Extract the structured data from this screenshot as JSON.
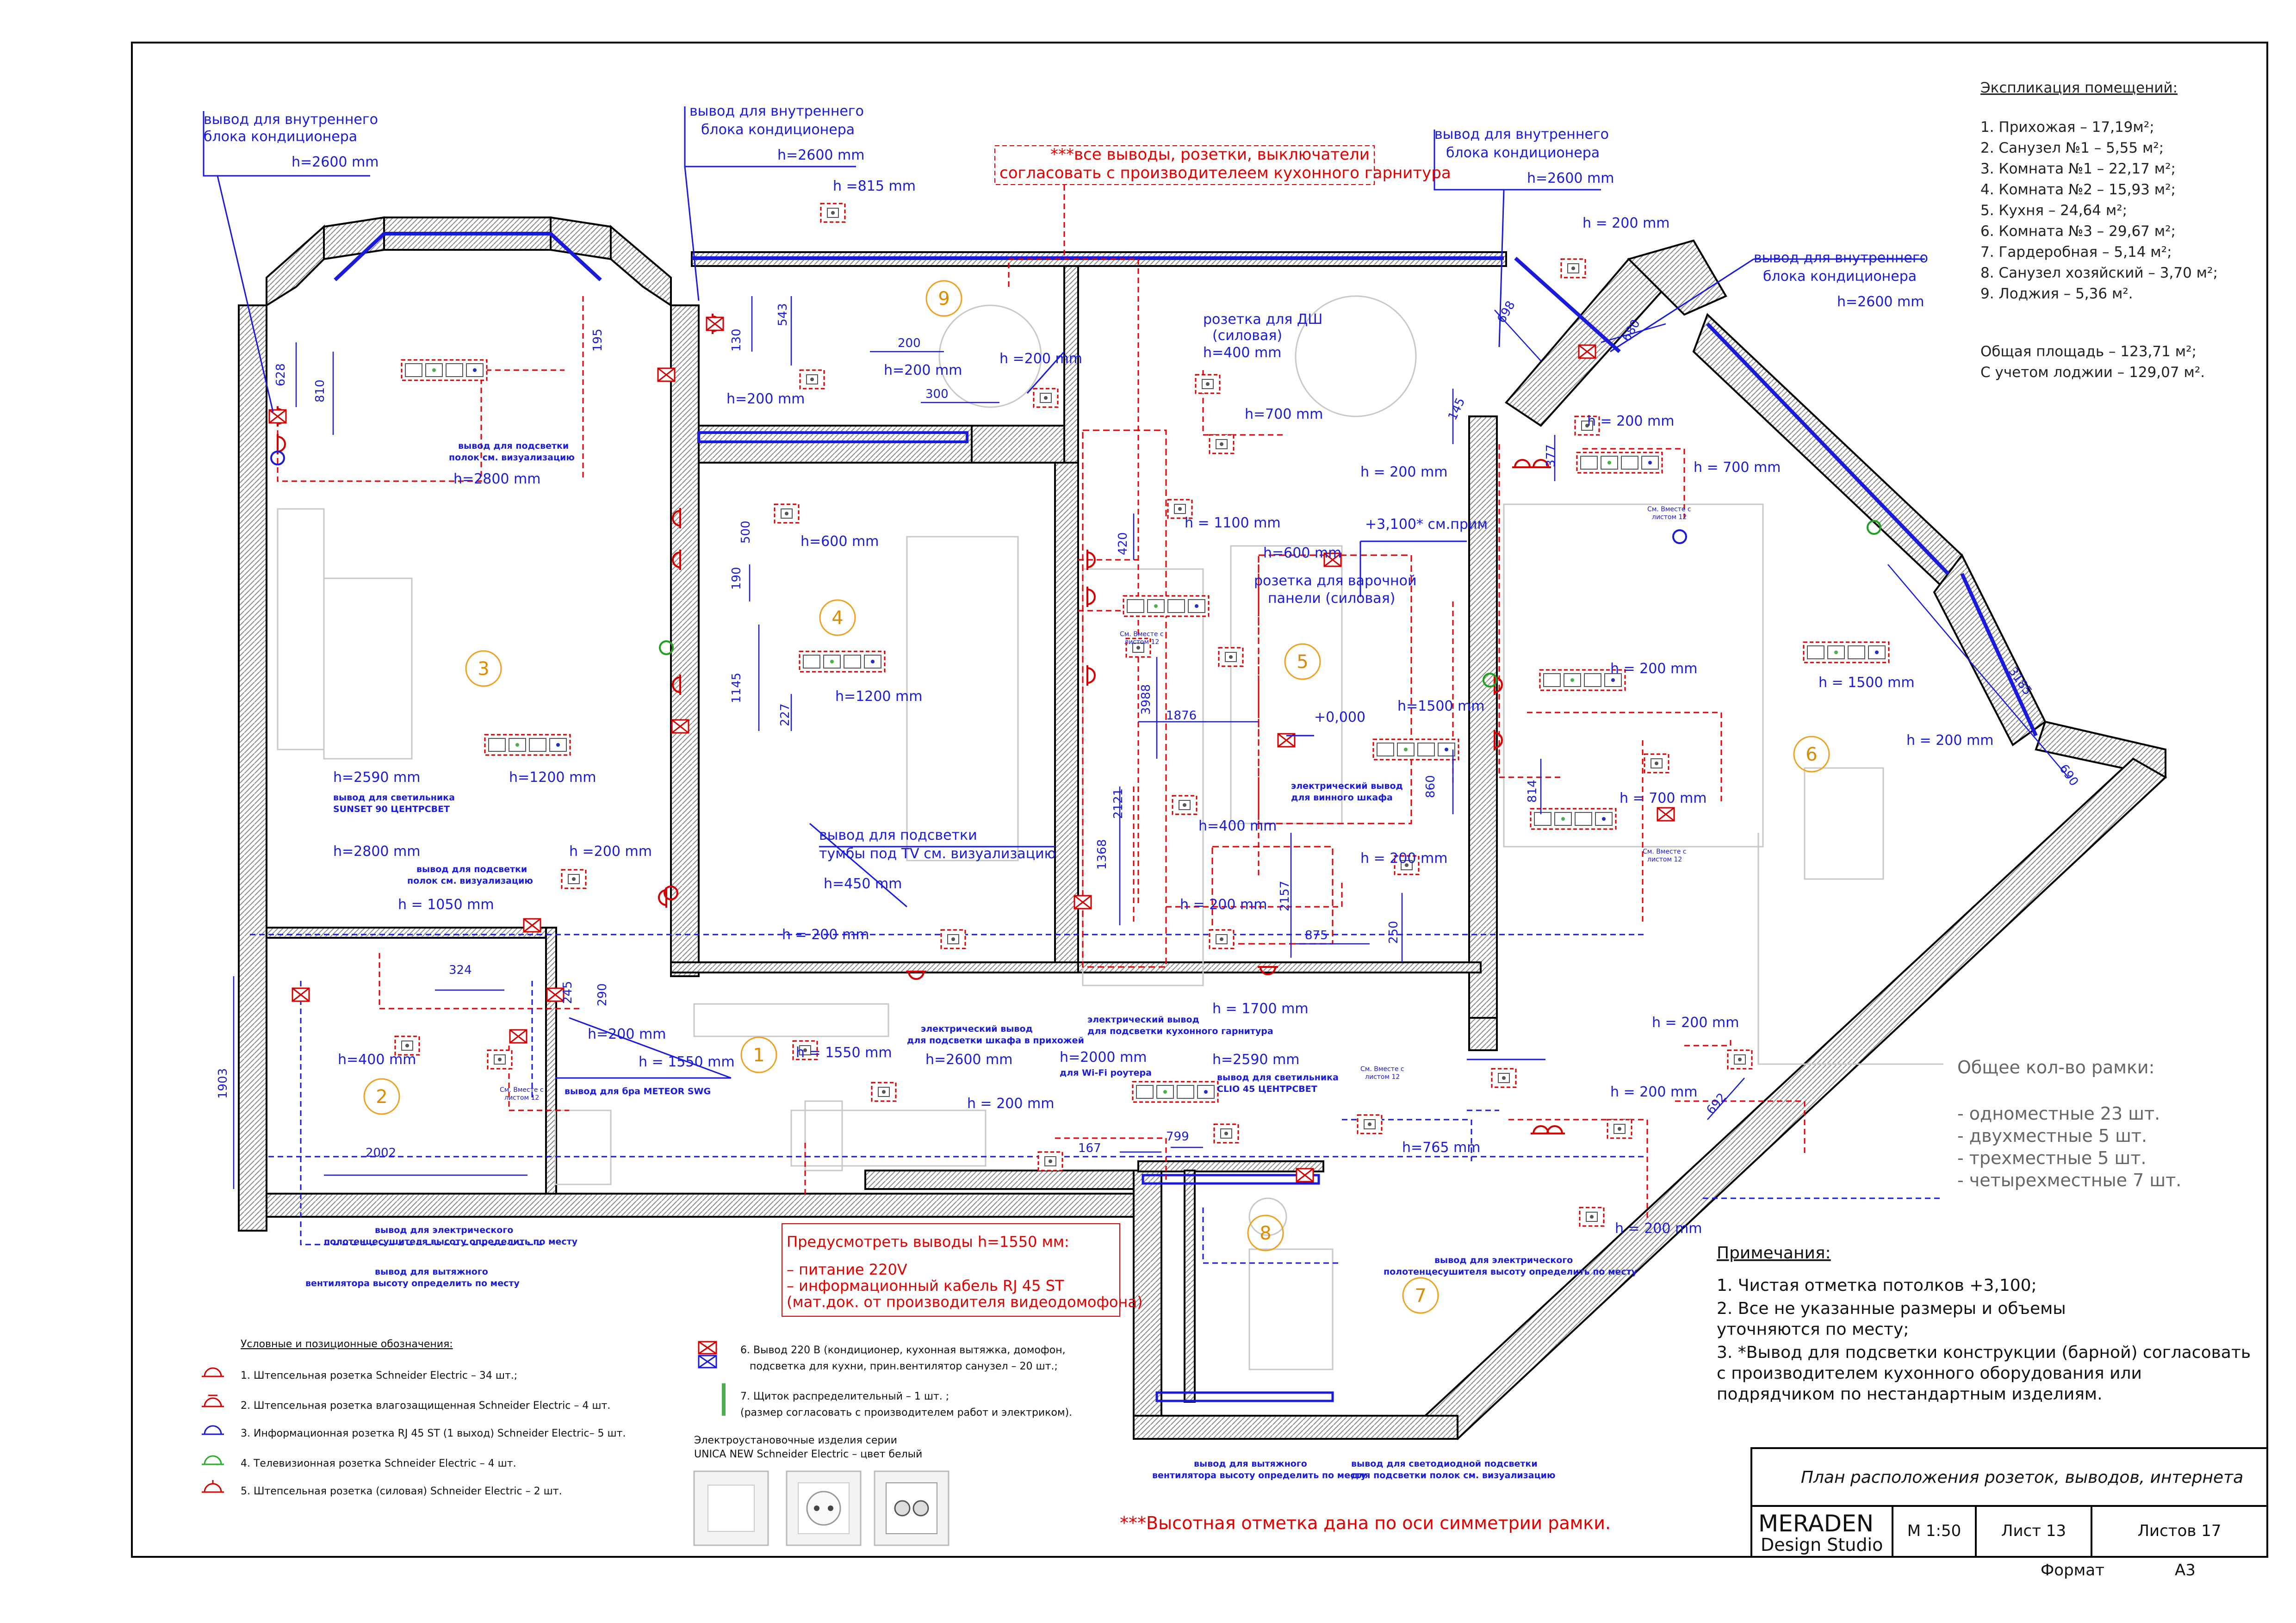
{
  "explication": {
    "title": "Экспликация помещений:",
    "rooms": [
      "1. Прихожая – 17,19м²;",
      "2. Санузел №1 – 5,55 м²;",
      "3. Комната №1 – 22,17 м²;",
      "4. Комната №2 – 15,93 м²;",
      "5. Кухня – 24,64 м²;",
      "6. Комната №3 – 29,67 м²;",
      "7. Гардеробная – 5,14 м²;",
      "8. Санузел хозяйский – 3,70 м²;",
      "9. Лоджия – 5,36 м²."
    ],
    "total_area": "Общая площадь – 123,71 м²;",
    "total_with_loggia": "С учетом лоджии – 129,07 м²."
  },
  "frames_count": {
    "title": "Общее кол-во рамки:",
    "items": [
      "- одноместные 23 шт.",
      "- двухместные 5 шт.",
      "- трехместные 5 шт.",
      "- четырехместные 7 шт."
    ]
  },
  "notes": {
    "title": "Примечания:",
    "lines": [
      "1. Чистая отметка потолков +3,100;",
      "2. Все не указанные размеры и объемы",
      "    уточняются по месту;",
      "3. *Вывод для подсветки конструкции (барной) согласовать",
      "    с производителем кухонного оборудования или",
      "    подрядчиком по нестандартным изделиям."
    ]
  },
  "legend": {
    "title": "Условные и позиционные обозначения:",
    "items": [
      "1. Штепсельная розетка Schneider Electric – 34 шт.;",
      "2. Штепсельная розетка влагозащищенная Schneider Electric – 4 шт.",
      "3. Информационная розетка RJ 45 ST (1 выход) Schneider Electric– 5 шт.",
      "4. Телевизионная розетка Schneider Electric – 4 шт.",
      "5. Штепсельная розетка (силовая) Schneider Electric – 2 шт."
    ],
    "item6_a": "6.      Вывод 220 В (кондиционер, кухонная вытяжка,  домофон,",
    "item6_b": "подсветка для кухни, прин.вентилятор санузел – 20 шт.;",
    "item7_a": "7.      Щиток распределительный – 1 шт. ;",
    "item7_b": "(размер согласовать с производителем работ и электриком).",
    "series_a": "Электроустановочные изделия серии",
    "series_b": "UNICA NEW Schneider Electric – цвет белый"
  },
  "intercom_note": {
    "title": "Предусмотреть выводы h=1550 мм:",
    "lines": [
      "–  питание 220V",
      "–  информационный кабель RJ 45 ST",
      "(мат.док. от производителя видеодомофона)"
    ]
  },
  "top_note": {
    "line1": "***все выводы, розетки, выключатели",
    "line2": "согласовать с производителеем кухонного гарнитура"
  },
  "bottom_note": "***Высотная отметка дана по оси симметрии рамки.",
  "title_block": {
    "title": "План расположения розеток, выводов, интернета",
    "company": "MERADEN",
    "company_sub": "Design Studio",
    "scale": "М 1:50",
    "sheet": "Лист 13",
    "sheets_total": "Листов 17",
    "format_label": "Формат",
    "format_value": "А3"
  },
  "room_numbers": [
    "1",
    "2",
    "3",
    "4",
    "5",
    "6",
    "7",
    "8",
    "9"
  ],
  "ac_labels": {
    "l1": "вывод для внутреннего",
    "l2": "блока кондиционера",
    "h": "h=2600 mm"
  },
  "plan_labels": {
    "h815": "h =815 mm",
    "h200": "h = 200 mm",
    "h200b": "h =200 mm",
    "h200c": "h=200 mm",
    "h700": "h=700 mm",
    "h700b": "h = 700 mm",
    "h600": "h=600 mm",
    "h600b": "h=600 mm",
    "h1100": "h = 1100 mm",
    "h1200": "h=1200 mm",
    "h1200b": "h=1200 mm",
    "h1500": "h=1500 mm",
    "h1500b": "h = 1500 mm",
    "h400": "h=400 mm",
    "h400b": "h=400 mm",
    "h450": "h=450 mm",
    "h1050": "h = 1050 mm",
    "h2800": "h=2800 mm",
    "h2800b": "h=2800 mm",
    "h2590": "h=2590 mm",
    "h2590b": "h=2590 mm",
    "h1550": "h = 1550 mm",
    "h1550b": "h = 1550 mm",
    "h2600": "h=2600 mm",
    "h1700": "h = 1700 mm",
    "h2000": "h=2000 mm",
    "h765": "h=765 mm",
    "dw1": "розетка для ДШ",
    "dw2": "(силовая)",
    "hob1": "розетка для варочной",
    "hob2": "панели (силовая)",
    "mark3100": "+3,100* см.прим",
    "mark0": "+0,000",
    "shelf_light_a": "вывод для подсветки",
    "shelf_light_b": "полок см. визуализацию",
    "tv_light_a": "вывод для подсветки",
    "tv_light_b": "тумбы под TV см. визуализацию",
    "sunset_a": "вывод для светильника",
    "sunset_b": "SUNSET 90 ЦЕНТРСВЕТ",
    "meteor": "вывод для бра METEOR SWG",
    "hall_light_a": "электрический вывод",
    "hall_light_b": "для подсветки шкафа в прихожей",
    "kitchen_light_a": "электрический вывод",
    "kitchen_light_b": "для подсветки кухонного гарнитура",
    "wine_a": "электрический вывод",
    "wine_b": "для винного шкафа",
    "wifi": "для Wi-Fi роутера",
    "clio_a": "вывод для светильника",
    "clio_b": "CLIO 45 ЦЕНТРСВЕТ",
    "towel_a": "вывод для электрического",
    "towel_b": "полотенцесушителя высоту определить по месту",
    "fan_a": "вывод для вытяжного",
    "fan_b": "вентилятора высоту определить по месту",
    "led_a": "вывод для светодиодной подсветки",
    "led_b": "для подсветки полок см. визуализацию",
    "see_a": "См. Вместе с",
    "see_b": "листом 12"
  },
  "dims": [
    "628",
    "810",
    "195",
    "543",
    "130",
    "200",
    "300",
    "500",
    "190",
    "1145",
    "227",
    "420",
    "1876",
    "3988",
    "2121",
    "1368",
    "2157",
    "875",
    "250",
    "860",
    "814",
    "377",
    "145",
    "698",
    "680",
    "3185",
    "690",
    "692",
    "167",
    "799",
    "324",
    "245",
    "290",
    "1903",
    "2002"
  ]
}
